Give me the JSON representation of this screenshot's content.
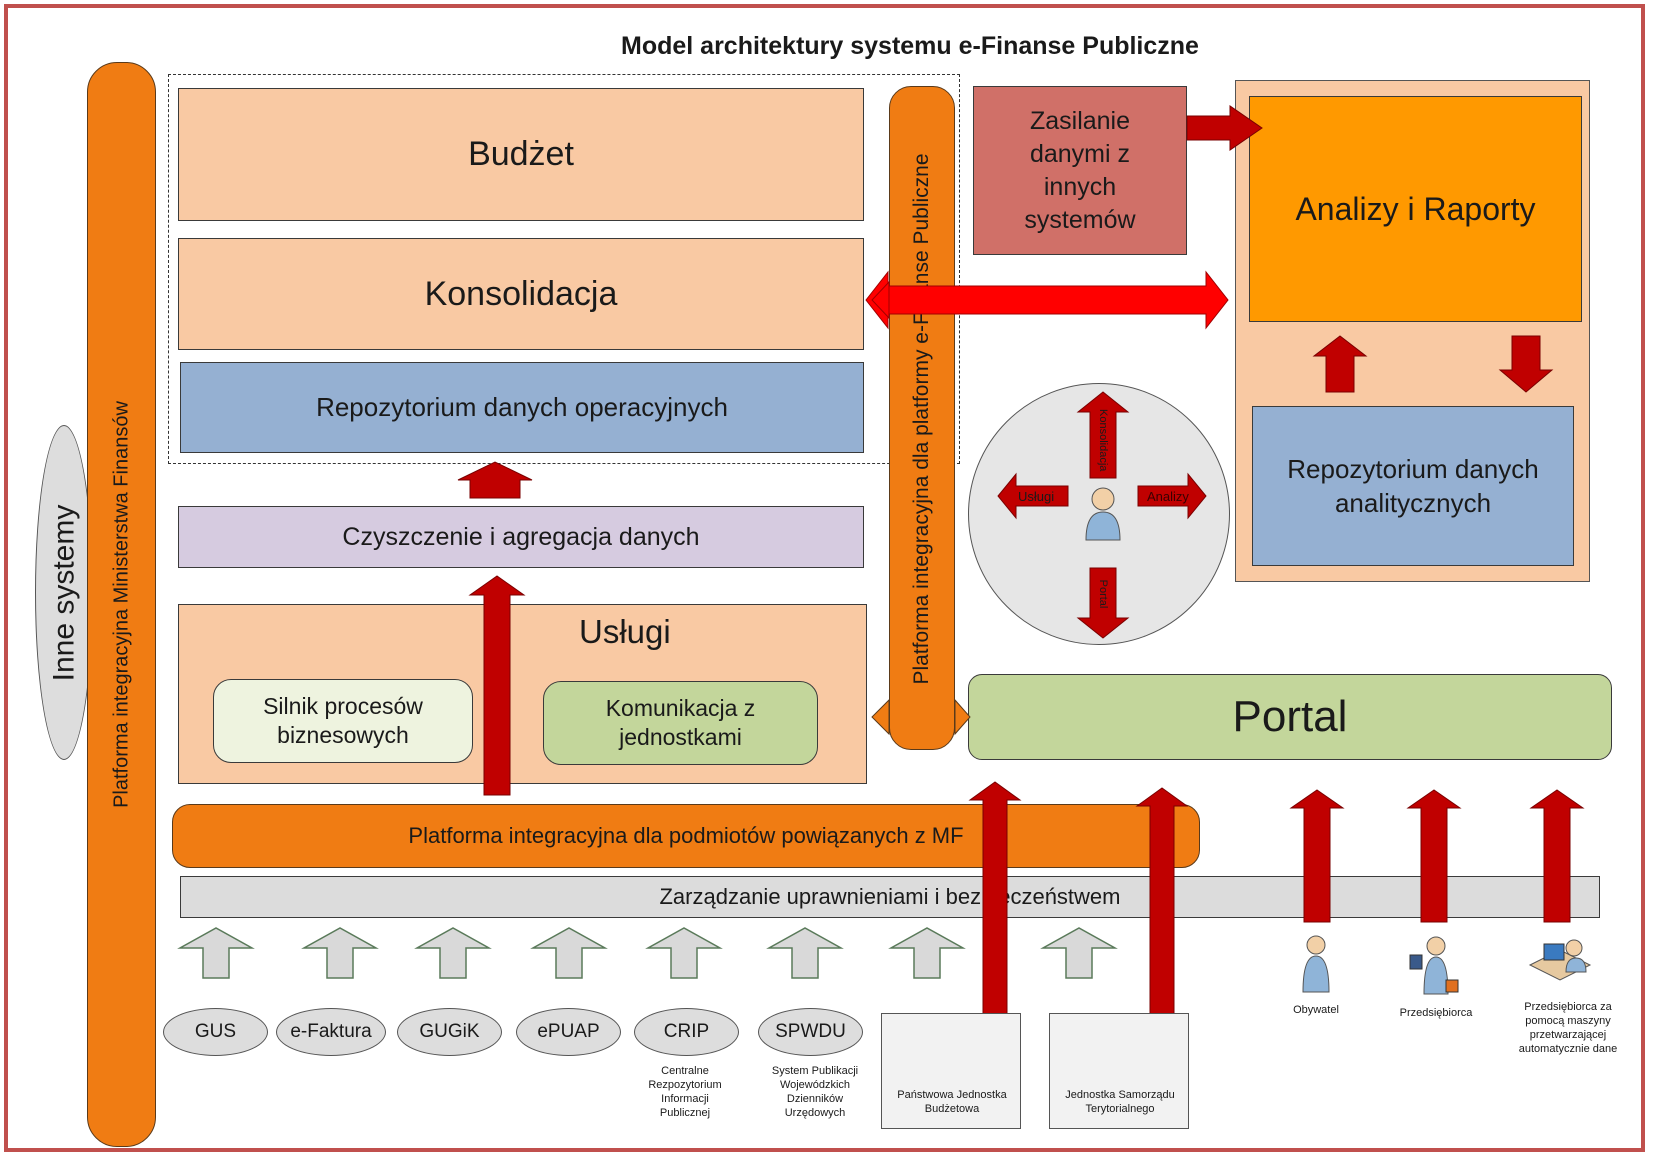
{
  "title": "Model architektury systemu e-Finanse Publiczne",
  "inne_systemy": "Inne systemy",
  "platform_mf": "Platforma integracyjna Ministerstwa Finansów",
  "budzet": "Budżet",
  "konsolidacja": "Konsolidacja",
  "repozytorium_operacyjne": "Repozytorium danych operacyjnych",
  "czyszczenie": "Czyszczenie i agregacja danych",
  "uslugi": {
    "title": "Usługi",
    "silnik": "Silnik procesów biznesowych",
    "komunikacja": "Komunikacja z jednostkami"
  },
  "platform_efp": "Platforma integracyjna dla platformy e-Finanse Publiczne",
  "zasilanie": "Zasilanie danymi z innych systemów",
  "analizy_raporty": "Analizy i Raporty",
  "repozytorium_analityczne": "Repozytorium danych analitycznych",
  "circle_labels": {
    "top": "Konsolidacja",
    "left": "Usługi",
    "right": "Analizy",
    "bottom": "Portal"
  },
  "portal": "Portal",
  "platform_podmioty": "Platforma integracyjna dla podmiotów powiązanych z MF",
  "zarzadzanie": "Zarządzanie uprawnieniami i bezpieczeństwem",
  "systems": [
    {
      "label": "GUS",
      "desc": ""
    },
    {
      "label": "e-Faktura",
      "desc": ""
    },
    {
      "label": "GUGiK",
      "desc": ""
    },
    {
      "label": "ePUAP",
      "desc": ""
    },
    {
      "label": "CRIP",
      "desc": "Centralne Rezpozytorium Informacji Publicznej"
    },
    {
      "label": "SPWDU",
      "desc": "System Publikacji Wojewódzkich Dzienników Urzędowych"
    }
  ],
  "actors": {
    "pjb": "Państwowa Jednostka Budżetowa",
    "jst": "Jednostka Samorządu Terytorialnego",
    "obywatel": "Obywatel",
    "przedsiebiorca": "Przedsiębiorca",
    "przedsiebiorca_maszyna": "Przedsiębiorca za pomocą maszyny przetwarzającej automatycznie dane"
  },
  "colors": {
    "frame": "#c0504d",
    "peach": "#f9c9a3",
    "blue": "#95b0d2",
    "orange": "#f07c13",
    "red_arrow": "#c00000",
    "green": "#c3d69b",
    "zasilanie": "#d07068",
    "analizy": "#ff9900"
  }
}
